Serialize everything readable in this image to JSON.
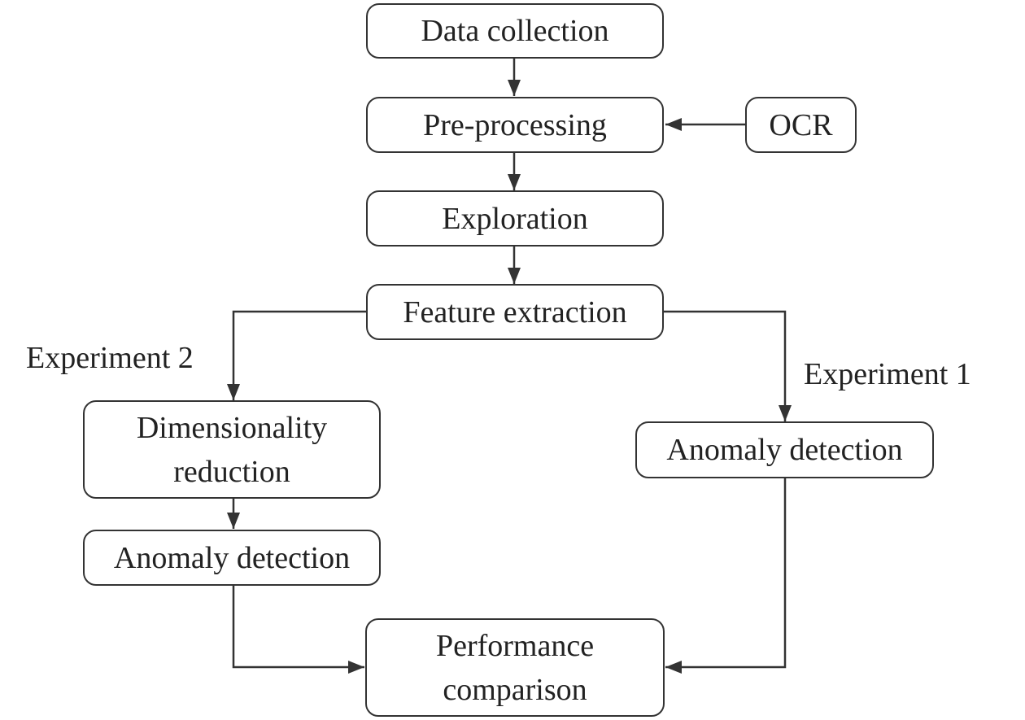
{
  "diagram": {
    "nodes": {
      "data_collection": "Data collection",
      "pre_processing": "Pre-processing",
      "ocr": "OCR",
      "exploration": "Exploration",
      "feature_extraction": "Feature extraction",
      "dimensionality_reduction_line1": "Dimensionality",
      "dimensionality_reduction_line2": "reduction",
      "anomaly_detection_exp2": "Anomaly detection",
      "anomaly_detection_exp1": "Anomaly detection",
      "performance_comparison_line1": "Performance",
      "performance_comparison_line2": "comparison"
    },
    "edge_labels": {
      "experiment_2": "Experiment 2",
      "experiment_1": "Experiment 1"
    },
    "colors": {
      "line": "#333333",
      "text": "#222222",
      "background": "#ffffff"
    }
  }
}
